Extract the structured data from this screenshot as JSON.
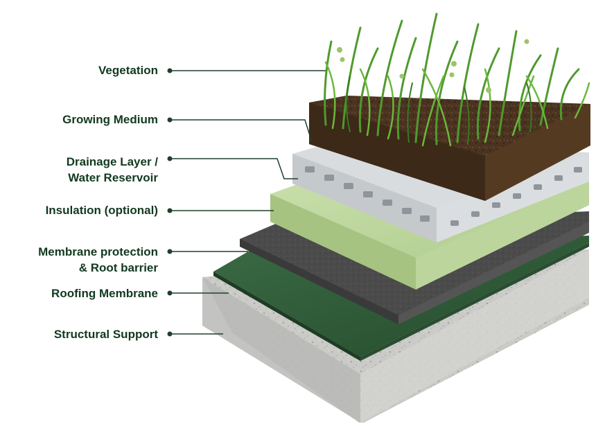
{
  "layers": [
    {
      "id": "vegetation",
      "lines": [
        "Vegetation"
      ]
    },
    {
      "id": "growing-medium",
      "lines": [
        "Growing Medium"
      ]
    },
    {
      "id": "drainage-layer",
      "lines": [
        "Drainage Layer /",
        "Water Reservoir"
      ]
    },
    {
      "id": "insulation",
      "lines": [
        "Insulation (optional)"
      ]
    },
    {
      "id": "membrane-protection",
      "lines": [
        "Membrane protection",
        "& Root barrier"
      ]
    },
    {
      "id": "roofing-membrane",
      "lines": [
        "Roofing Membrane"
      ]
    },
    {
      "id": "structural-support",
      "lines": [
        "Structural Support"
      ]
    }
  ],
  "colors": {
    "label_text": "#12391f",
    "leader_line": "#1f3f2a",
    "concrete": "#c9c9c6",
    "roofing_membrane": "#2f5a38",
    "protection_fleece": "#4a4a4a",
    "insulation": "#b9d39a",
    "drainage": "#cfd3d6",
    "soil": "#4a3320",
    "grass": "#4f9a2e"
  }
}
